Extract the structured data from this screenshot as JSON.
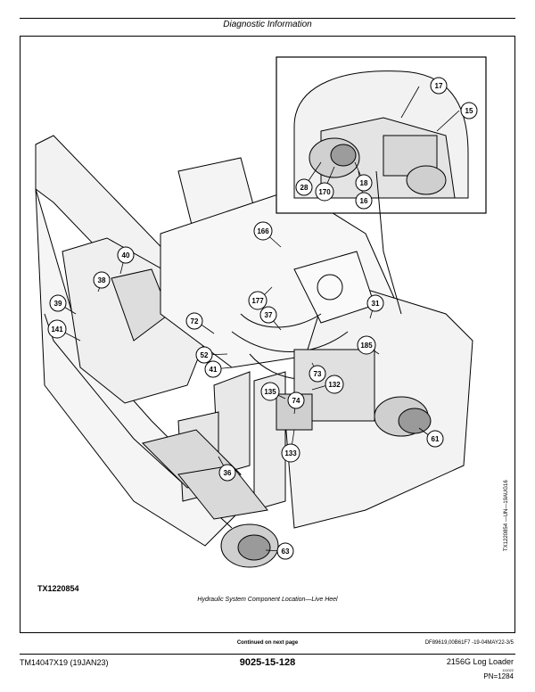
{
  "header": {
    "title": "Diagnostic Information"
  },
  "figure": {
    "id_label": "TX1220854",
    "side_code": "TX1220854 —UN—19AUG16",
    "caption": "Hydraulic System Component Location—Live Heel",
    "callouts": {
      "c17": "17",
      "c15": "15",
      "c28": "28",
      "c170": "170",
      "c18": "18",
      "c16": "16",
      "c166": "166",
      "c40": "40",
      "c38": "38",
      "c39": "39",
      "c177": "177",
      "c141": "141",
      "c72": "72",
      "c37": "37",
      "c31": "31",
      "c52": "52",
      "c185": "185",
      "c41": "41",
      "c73": "73",
      "c132": "132",
      "c135": "135",
      "c74": "74",
      "c61": "61",
      "c133": "133",
      "c36": "36",
      "c63": "63"
    }
  },
  "footer": {
    "continued": "Continued on next page",
    "docref": "DF89619,00B61F7 -19-04MAY22-3/5",
    "manual_id": "TM14047X19 (19JAN23)",
    "page_number": "9025-15-128",
    "model": "2156G Log Loader",
    "tiny_code": "111022",
    "pn": "PN=1284"
  }
}
